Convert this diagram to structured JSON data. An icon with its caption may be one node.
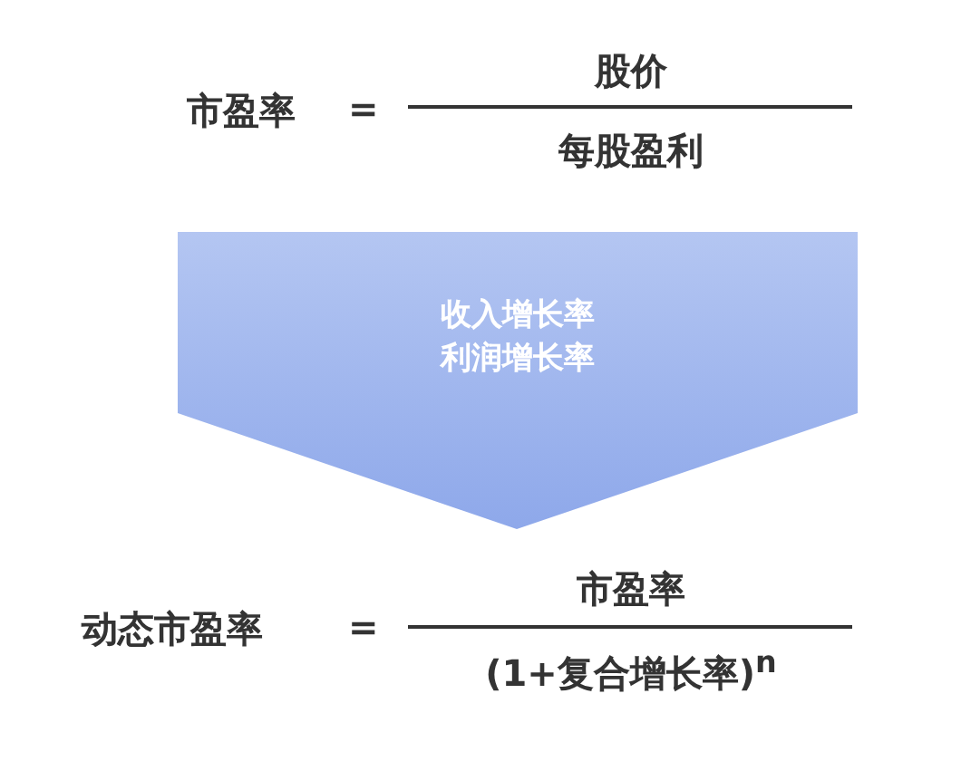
{
  "diagram": {
    "nodes": [
      {
        "text": [
          "收入增长率",
          "利润增长率"
        ]
      }
    ],
    "edges": [],
    "labels": [
      "市盈率",
      "=",
      "股价",
      "每股盈利",
      "动态市盈率",
      "=",
      "市盈率",
      "(1+复合增长率)$^{n}$"
    ]
  }
}
